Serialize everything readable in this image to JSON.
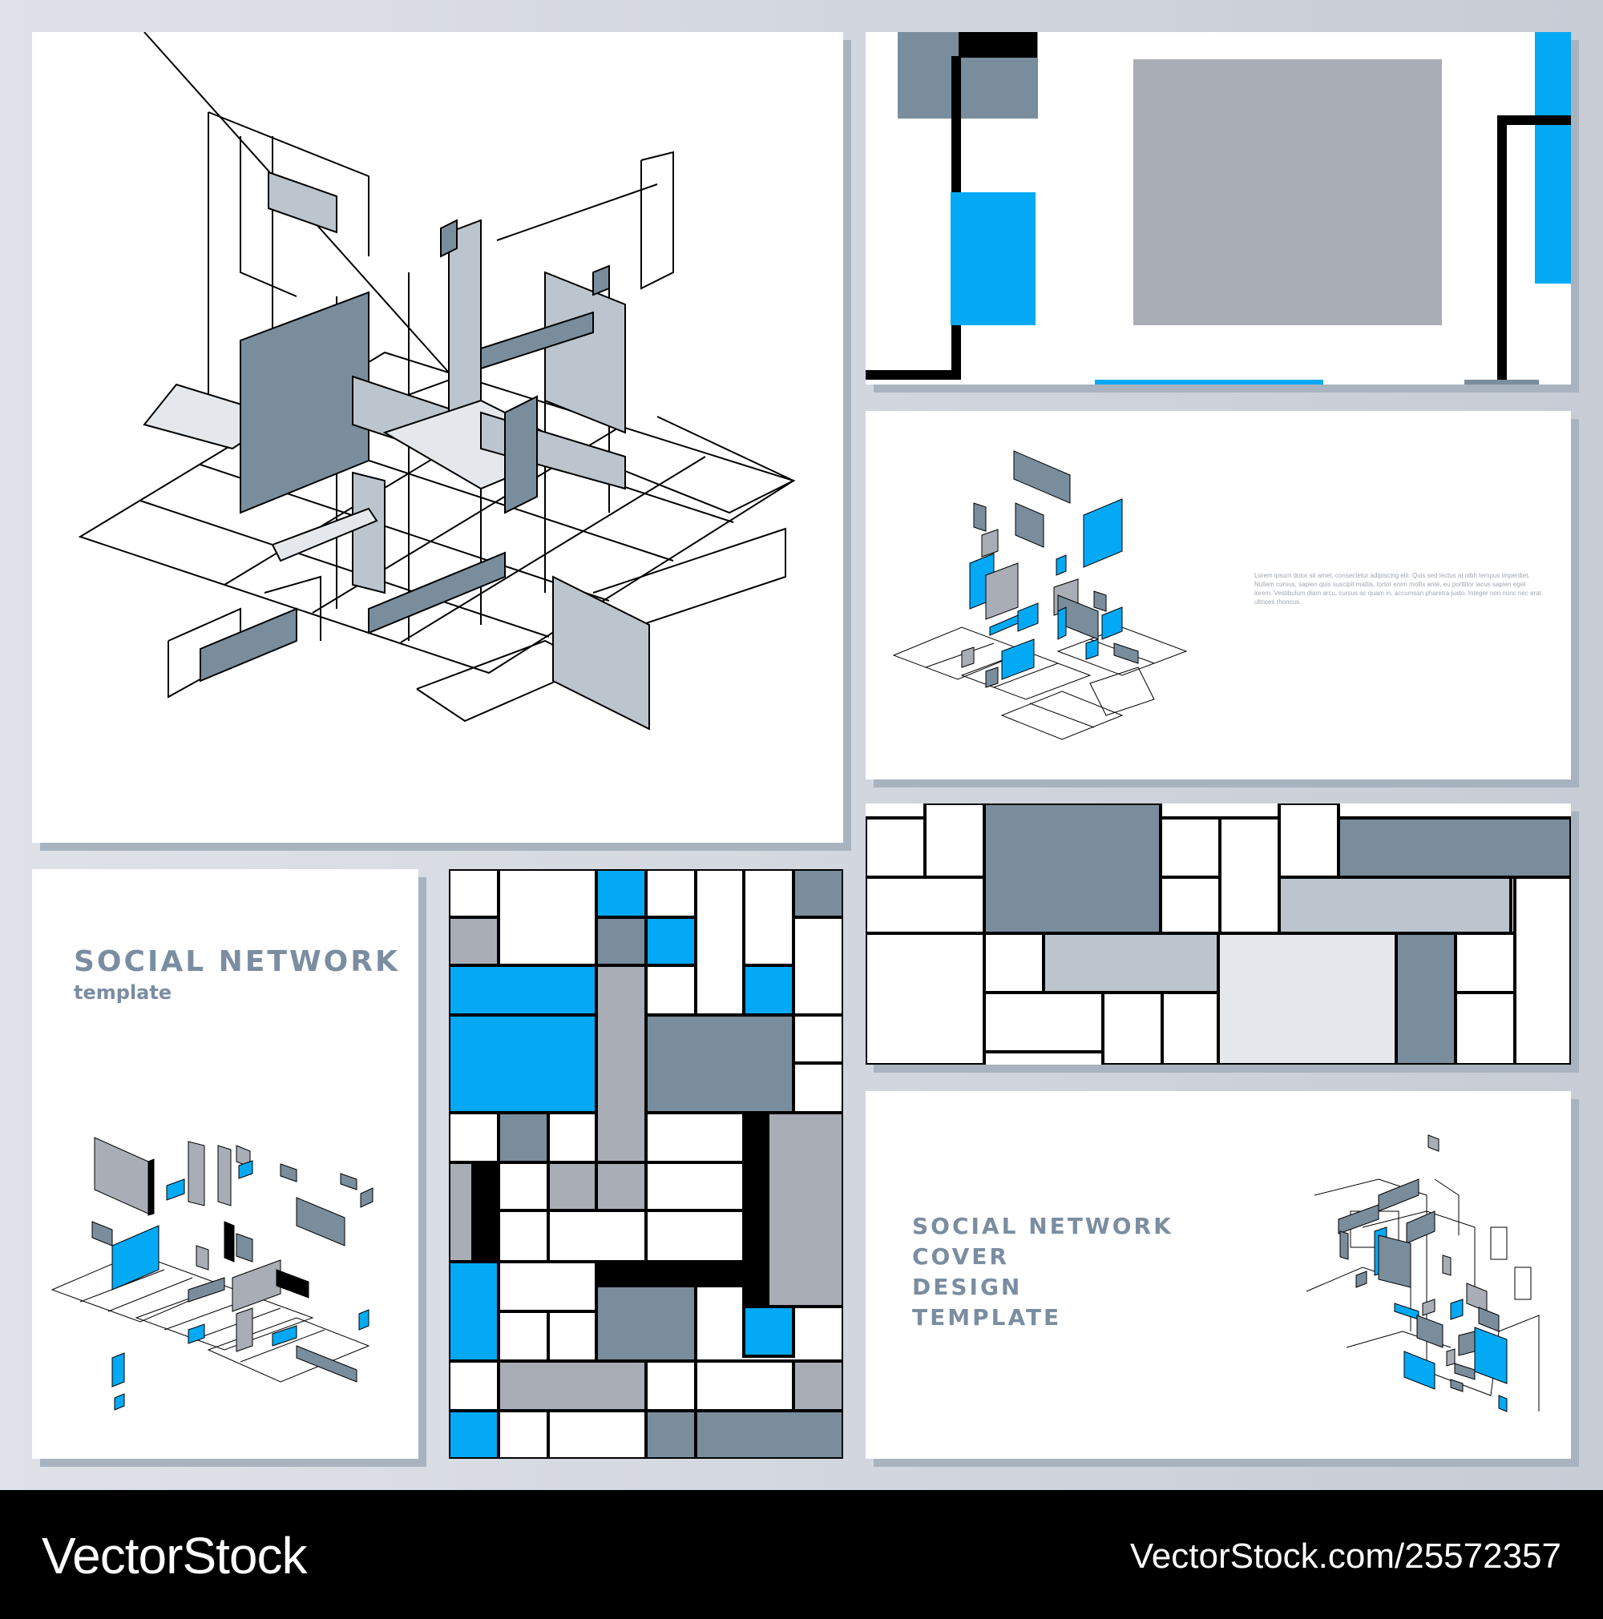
{
  "social_template": {
    "heading": "SOCIAL NETWORK",
    "sub": "template"
  },
  "cover_template": {
    "lines": [
      "SOCIAL NETWORK",
      "COVER",
      "DESIGN",
      "TEMPLATE"
    ]
  },
  "lorem": {
    "text": "Lorem ipsum dolor sit amet, consectetur adipiscing elit. Quis sed lectus at nibh tempus imperdiet. Nullam cursus, sapien quis suscipit mattis, tortor enim mollis ante, eu porttitor lacus sapien eget lorem. Vestibulum diam arcu, cursus ac quam in, accumsan pharetra justo. Integer non nunc nec erat ultrices rhoncus."
  },
  "watermark": {
    "brand": "VectorStock",
    "url": "VectorStock.com/25572357"
  },
  "colors": {
    "blue": "#03a9f4",
    "slate": "#7a8d9c",
    "gray": "#a9adb5",
    "pale": "#bcc4cd",
    "line": "#000000"
  }
}
